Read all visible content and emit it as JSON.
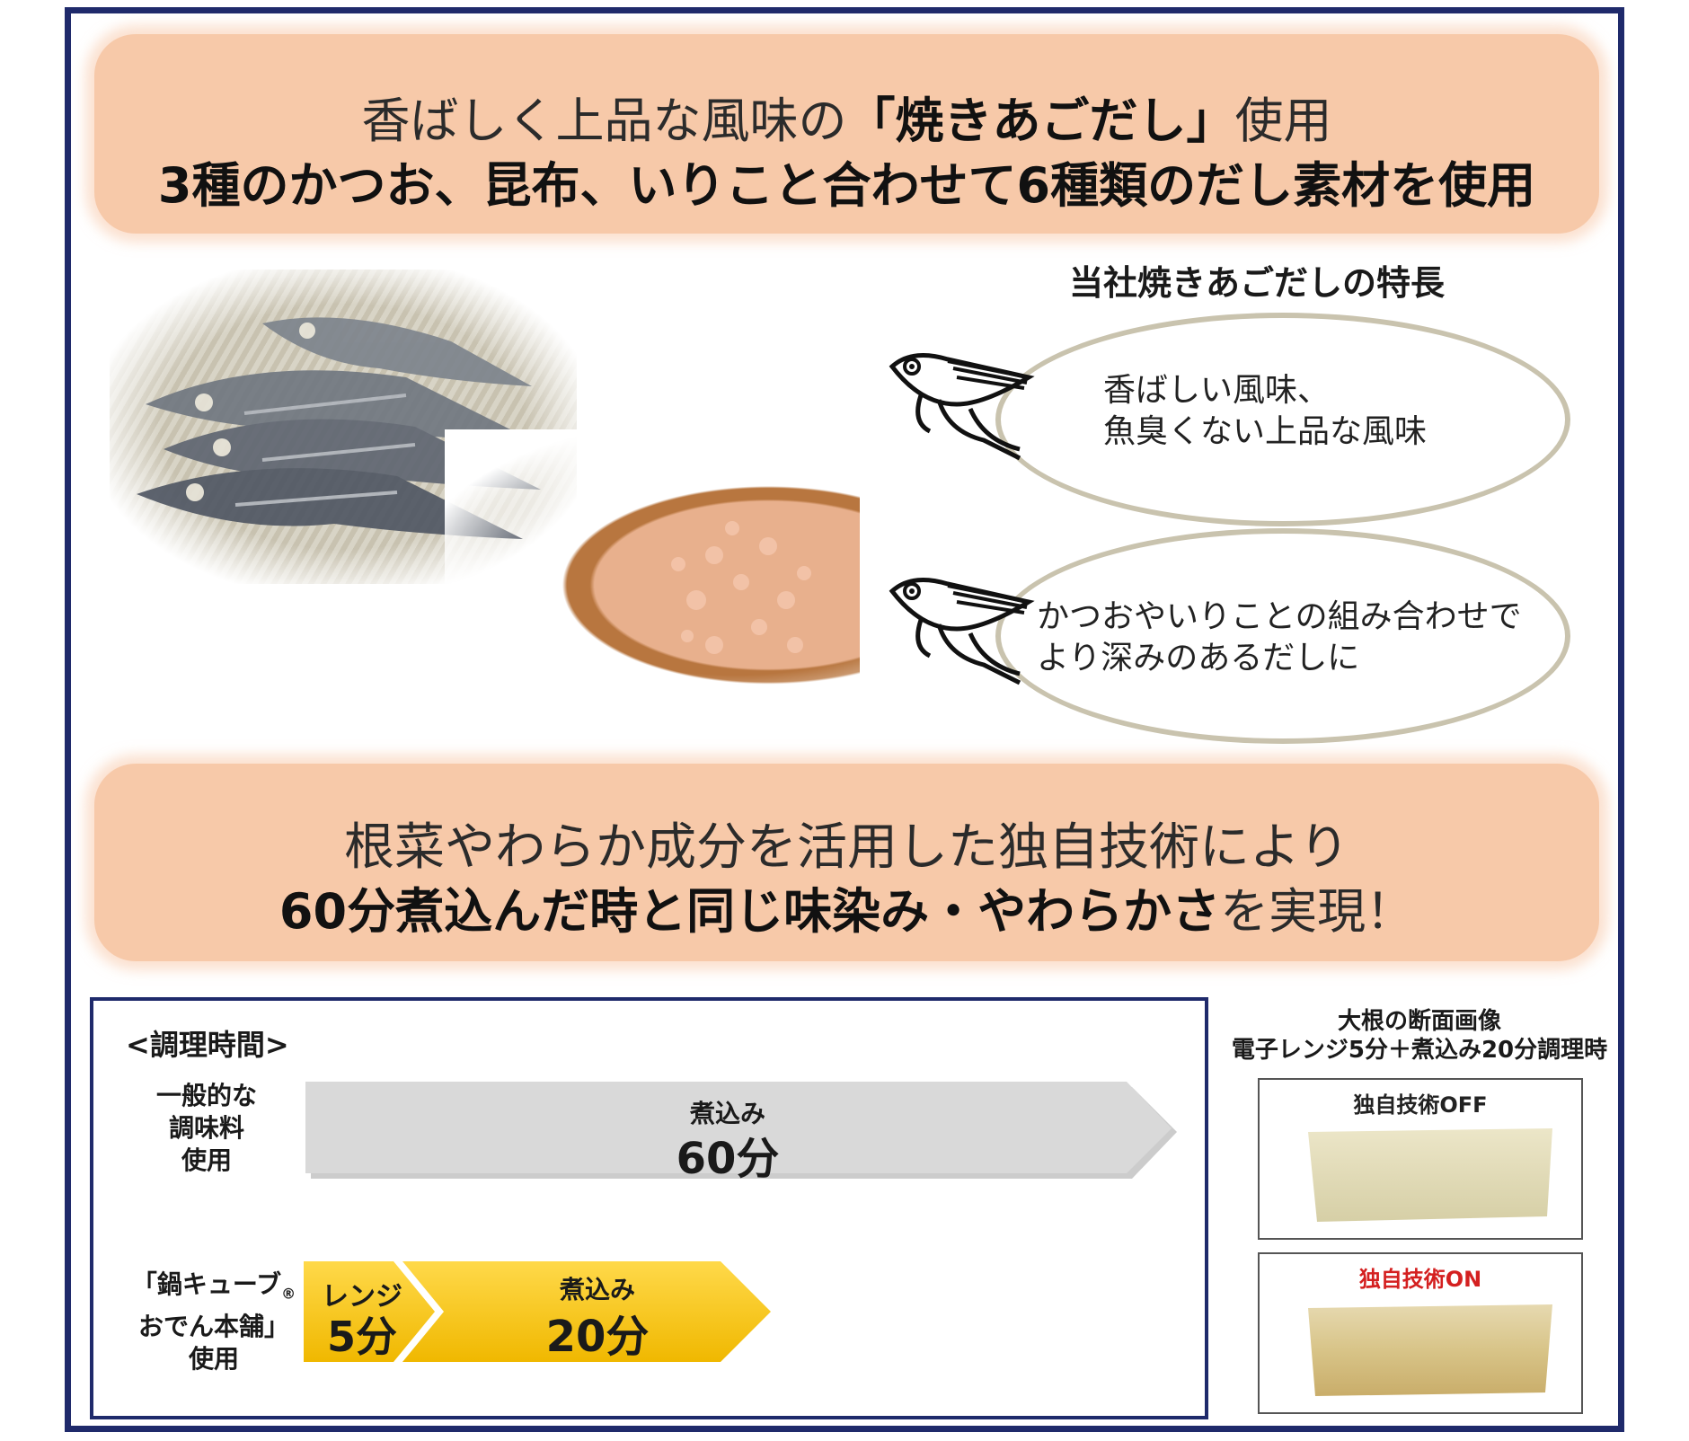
{
  "banner_top": {
    "line1_pre": "香ばしく上品な風味の",
    "line1_bold": "「焼きあごだし」",
    "line1_post": "使用",
    "line2": "3種のかつお、昆布、いりこと合わせて6種類のだし素材を使用",
    "color": "#f7c9a9"
  },
  "features": {
    "title": "当社焼きあごだしの特長",
    "item1_line1": "香ばしい風味、",
    "item1_line2": "魚臭くない上品な風味",
    "item2_line1": "かつおやいりことの組み合わせで",
    "item2_line2": "より深みのあるだしに",
    "icon": "flying-fish-icon"
  },
  "banner_mid": {
    "line1": "根菜やわらか成分を活用した独自技術により",
    "line2_bold": "60分煮込んだ時と同じ味染み・やわらかさ",
    "line2_post": "を実現！"
  },
  "cooking_time": {
    "title": "<調理時間>",
    "row1_label": [
      "一般的な",
      "調味料",
      "使用"
    ],
    "row1_step_label": "煮込み",
    "row1_step_value": "60分",
    "row2_label": [
      "「鍋キューブ",
      "おでん本舗」",
      "使用"
    ],
    "row2_reg_mark": "®",
    "row2_step1_label": "レンジ",
    "row2_step1_value": "5分",
    "row2_step2_label": "煮込み",
    "row2_step2_value": "20分",
    "gray_color": "#d9d9d9",
    "yellow_color": "#f5c400"
  },
  "radish": {
    "title_line1": "大根の断面画像",
    "title_line2": "電子レンジ5分＋煮込み20分調理時",
    "off_label": "独自技術OFF",
    "on_label": "独自技術ON",
    "on_color": "#d42020"
  }
}
